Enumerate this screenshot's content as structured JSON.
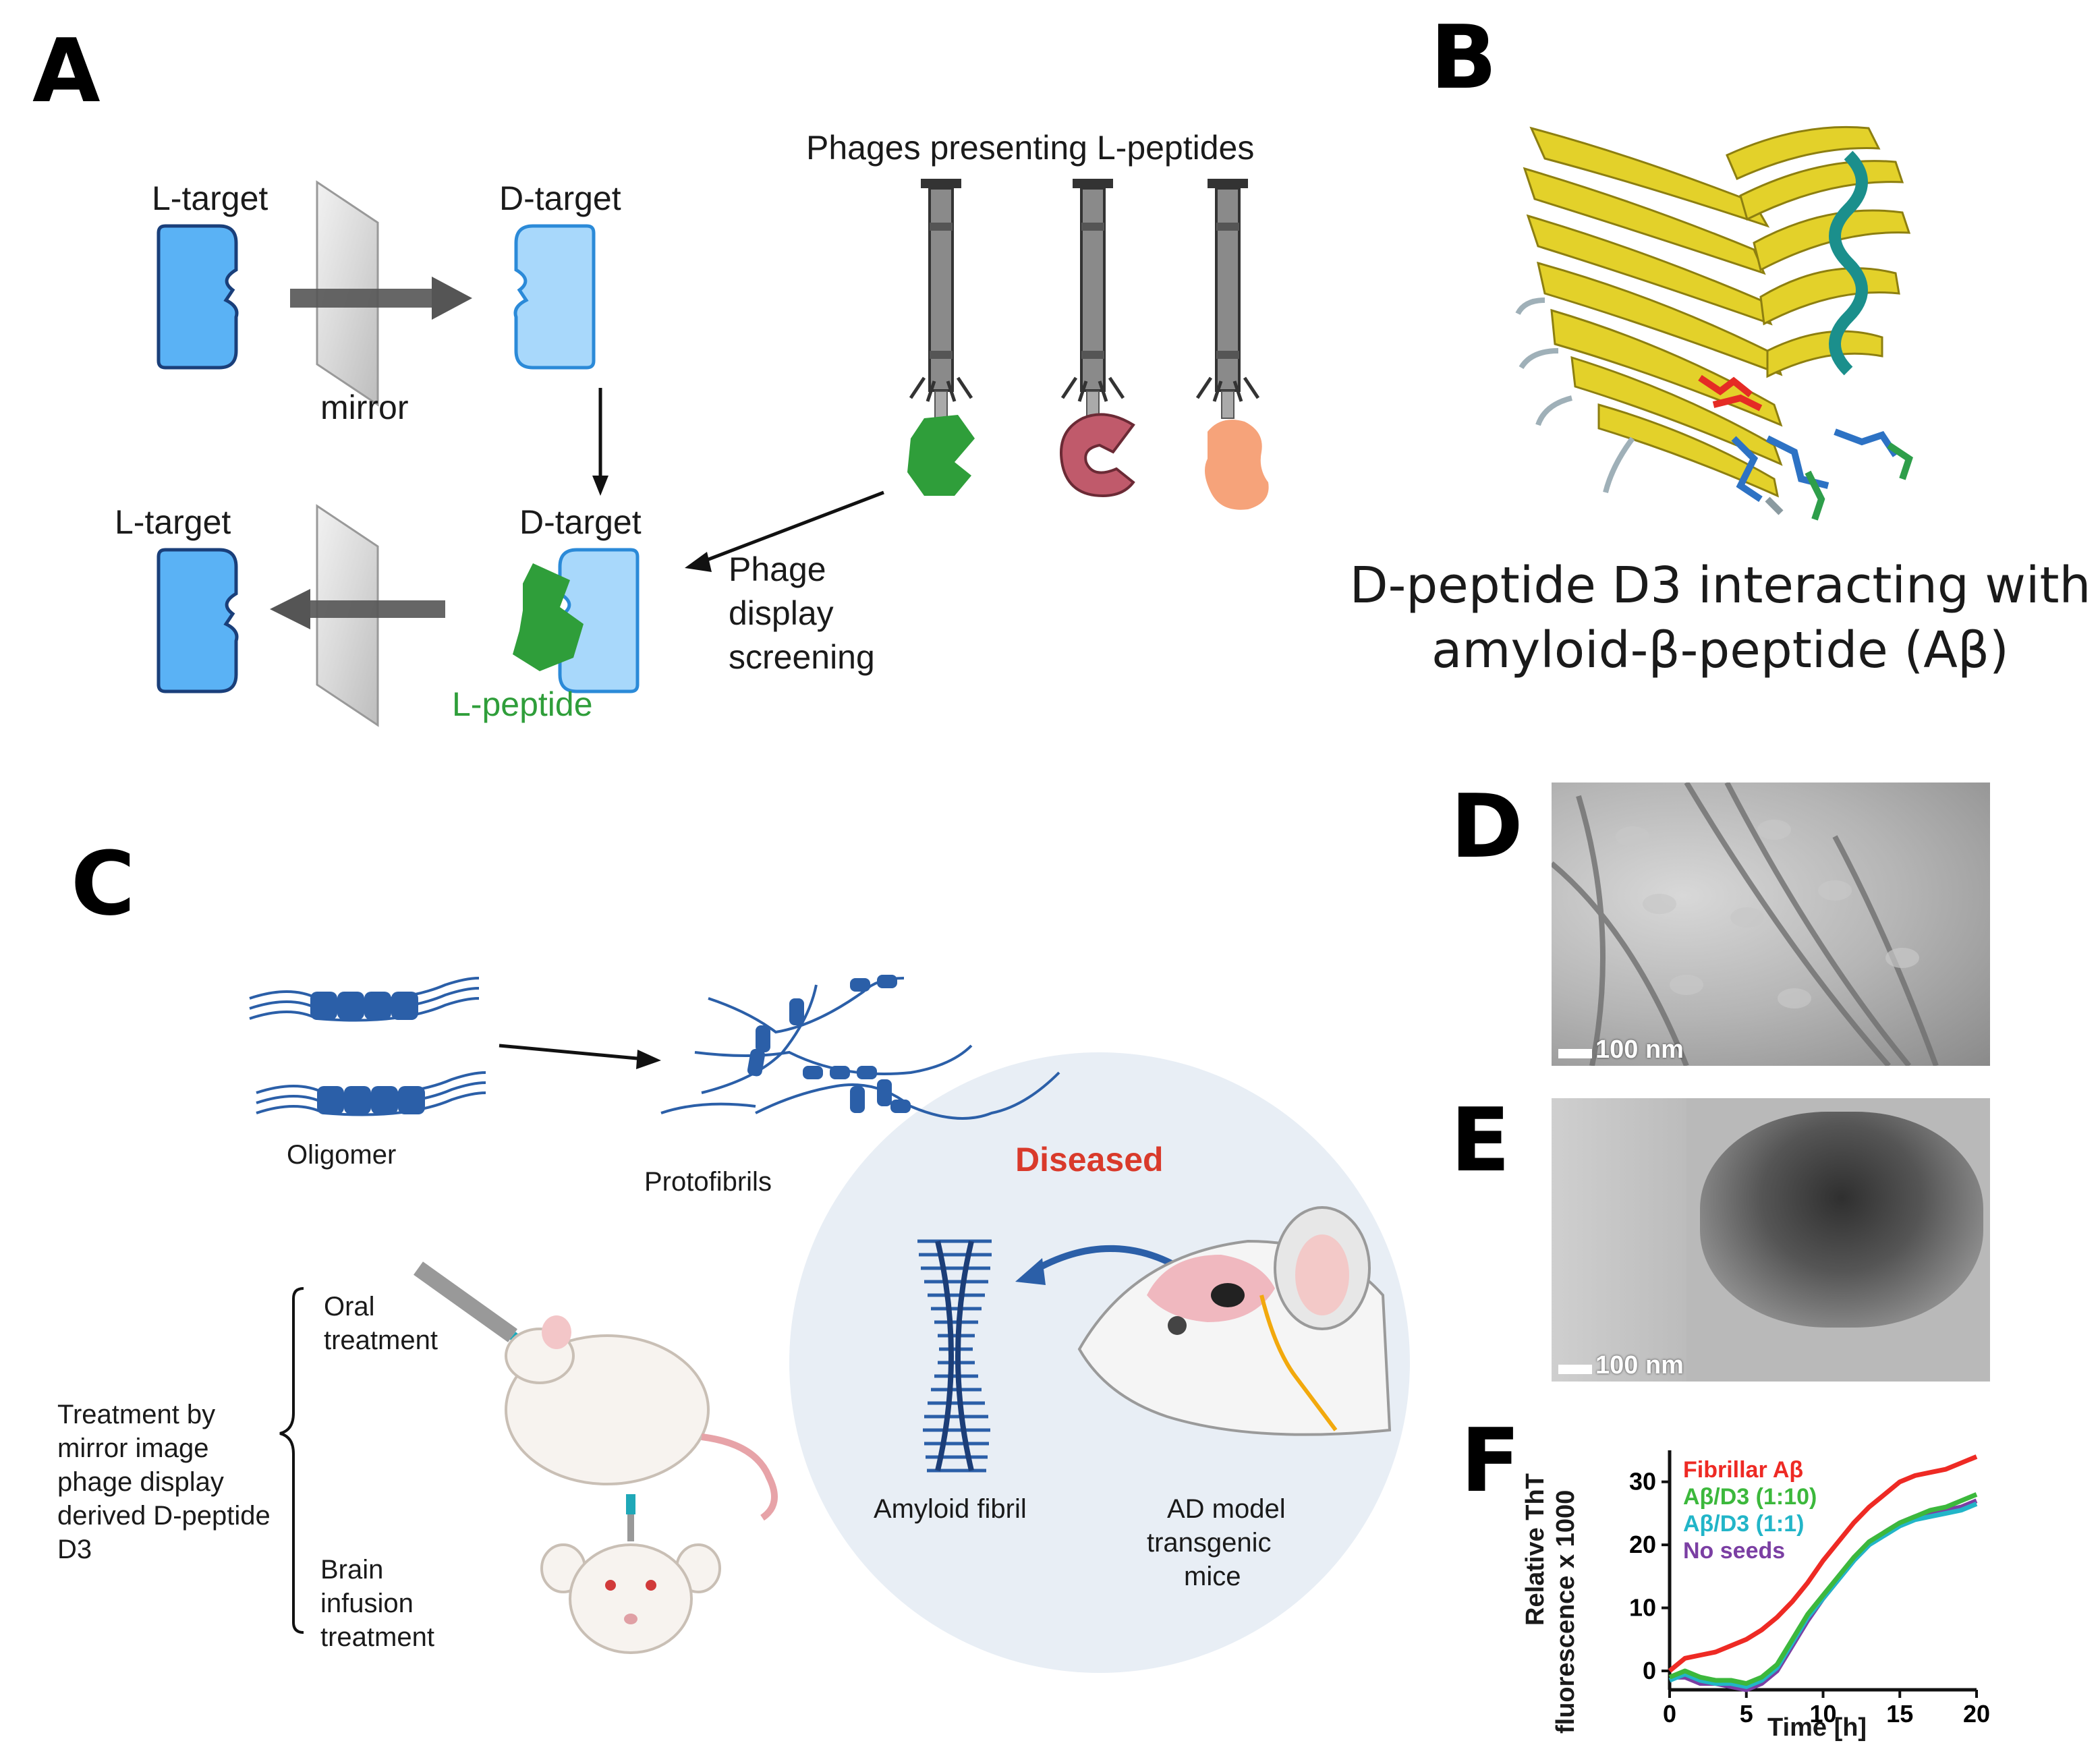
{
  "panels": {
    "A": {
      "letter": "A",
      "labels": {
        "l_target_top": "L-target",
        "d_target_top": "D-target",
        "mirror": "mirror",
        "phages_title": "Phages presenting L-peptides",
        "l_target_bottom": "L-target",
        "d_target_bottom": "D-target",
        "l_peptide": "L-peptide",
        "screening_line1": "Phage",
        "screening_line2": "display",
        "screening_line3": "screening"
      },
      "colors": {
        "target": "#5ab2f5",
        "d_target": "#a8d8fb",
        "peptide_green": "#2f9e3a",
        "peptide_red": "#c05a6b",
        "peptide_orange": "#f6a37a"
      }
    },
    "B": {
      "letter": "B",
      "caption_line1": "D-peptide D3 interacting with",
      "caption_line2": "amyloid-β-peptide (Aβ)"
    },
    "C": {
      "letter": "C",
      "labels": {
        "oligomer": "Oligomer",
        "protofibrils": "Protofibrils",
        "diseased": "Diseased",
        "amyloid_fibril": "Amyloid fibril",
        "ad_line1": "AD model",
        "ad_line2": "transgenic",
        "ad_line3": "mice",
        "oral_line1": "Oral",
        "oral_line2": "treatment",
        "brain_line1": "Brain",
        "brain_line2": "infusion",
        "brain_line3": "treatment",
        "treat_line1": "Treatment by",
        "treat_line2": "mirror image",
        "treat_line3": "phage display",
        "treat_line4": "derived D-peptide",
        "treat_line5": "D3"
      },
      "colors": {
        "diseased": "#d93a2b",
        "fibril": "#2b5fa8"
      }
    },
    "D": {
      "letter": "D",
      "scale": "100 nm"
    },
    "E": {
      "letter": "E",
      "scale": "100 nm"
    },
    "F": {
      "letter": "F"
    }
  },
  "chart_data": {
    "type": "line",
    "xlabel": "Time [h]",
    "ylabel_line1": "Relative ThT",
    "ylabel_line2": "fluorescence x 1000",
    "xlim": [
      0,
      20
    ],
    "ylim": [
      -3,
      35
    ],
    "xticks": [
      0,
      5,
      10,
      15,
      20
    ],
    "yticks": [
      0,
      10,
      20,
      30
    ],
    "legend_position": "top-left",
    "series": [
      {
        "name": "Fibrillar Aβ",
        "color": "#ee2a24",
        "x": [
          0,
          1,
          2,
          3,
          4,
          5,
          6,
          7,
          8,
          9,
          10,
          11,
          12,
          13,
          14,
          15,
          16,
          17,
          18,
          19,
          20
        ],
        "values": [
          0,
          2,
          2.5,
          3,
          4,
          5,
          6.5,
          8.5,
          11,
          14,
          17.5,
          20.5,
          23.5,
          26,
          28,
          30,
          31,
          31.5,
          32,
          33,
          34
        ]
      },
      {
        "name": "Aβ/D3 (1:10)",
        "color": "#3cb83c",
        "x": [
          0,
          1,
          2,
          3,
          4,
          5,
          6,
          7,
          8,
          9,
          10,
          11,
          12,
          13,
          14,
          15,
          16,
          17,
          18,
          19,
          20
        ],
        "values": [
          -1,
          0,
          -1,
          -1.5,
          -1.5,
          -2,
          -1,
          1,
          5,
          9,
          12,
          15,
          18,
          20.5,
          22,
          23.5,
          24.5,
          25.5,
          26,
          27,
          28
        ]
      },
      {
        "name": "Aβ/D3 (1:1)",
        "color": "#22b5c8",
        "x": [
          0,
          1,
          2,
          3,
          4,
          5,
          6,
          7,
          8,
          9,
          10,
          11,
          12,
          13,
          14,
          15,
          16,
          17,
          18,
          19,
          20
        ],
        "values": [
          -1.5,
          -0.5,
          -1.5,
          -2,
          -2,
          -2.5,
          -1.5,
          0.5,
          4.5,
          8.5,
          11.5,
          14.5,
          17.5,
          20,
          21.5,
          23,
          24,
          24.5,
          25,
          25.5,
          26.5
        ]
      },
      {
        "name": "No seeds",
        "color": "#7b3fa3",
        "x": [
          0,
          1,
          2,
          3,
          4,
          5,
          6,
          7,
          8,
          9,
          10,
          11,
          12,
          13,
          14,
          15,
          16,
          17,
          18,
          19,
          20
        ],
        "values": [
          -1,
          -1,
          -2,
          -2,
          -2.5,
          -3,
          -2,
          0,
          4,
          8,
          11.5,
          14.5,
          17.5,
          20,
          22,
          23.5,
          24.5,
          25,
          25.5,
          26,
          27
        ]
      }
    ]
  }
}
